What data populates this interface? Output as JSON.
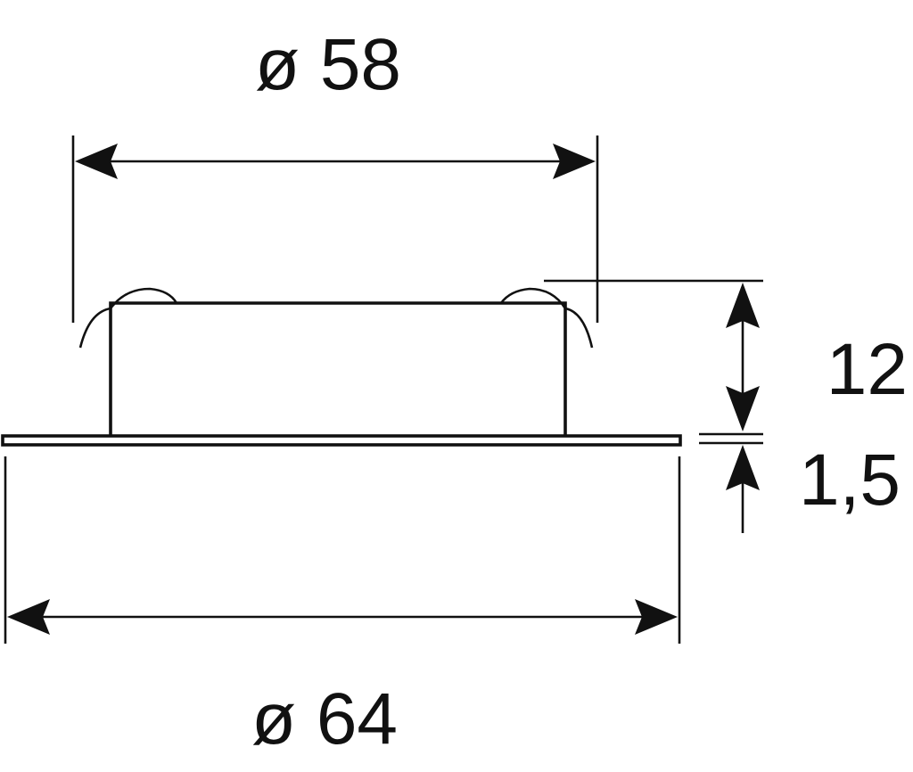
{
  "dimensions": {
    "top_diameter": "ø 58",
    "bottom_diameter": "ø 64",
    "body_height": "12",
    "flange_thickness": "1,5"
  },
  "colors": {
    "ink": "#111111",
    "background": "#ffffff"
  }
}
